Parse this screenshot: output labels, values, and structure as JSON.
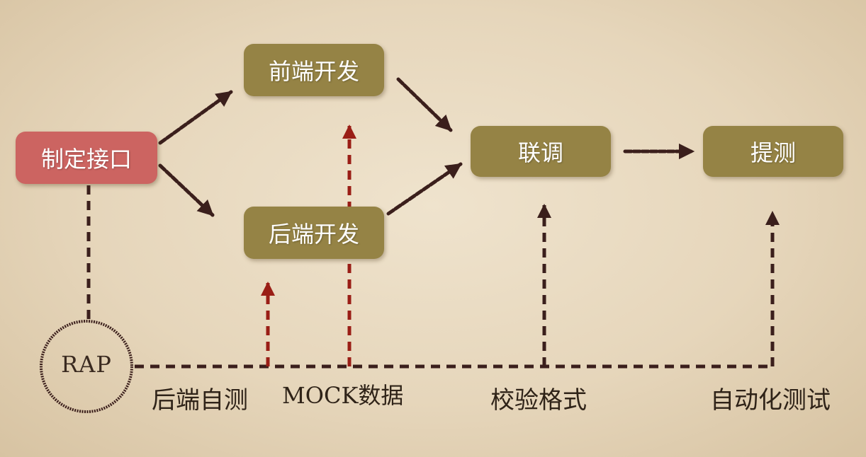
{
  "nodes": {
    "define": "制定接口",
    "frontend": "前端开发",
    "backend": "后端开发",
    "integration": "联调",
    "submit_test": "提测"
  },
  "rap": {
    "label": "RAP"
  },
  "bottom_labels": {
    "backend_self_test": "后端自测",
    "mock_data": "MOCK数据",
    "validate_format": "校验格式",
    "auto_test": "自动化测试"
  },
  "colors": {
    "background": "#e6d6bc",
    "olive_box": "#958345",
    "red_box": "#cc6461",
    "dark_arrow": "#3b1f1c",
    "red_arrow": "#9a1e16"
  }
}
